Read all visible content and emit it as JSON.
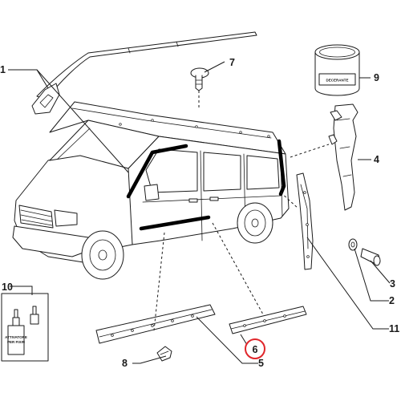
{
  "callouts": [
    {
      "id": "1",
      "label": "1"
    },
    {
      "id": "2",
      "label": "2"
    },
    {
      "id": "3",
      "label": "3"
    },
    {
      "id": "4",
      "label": "4"
    },
    {
      "id": "5",
      "label": "5"
    },
    {
      "id": "6",
      "label": "6"
    },
    {
      "id": "7",
      "label": "7"
    },
    {
      "id": "8",
      "label": "8"
    },
    {
      "id": "9",
      "label": "9"
    },
    {
      "id": "10",
      "label": "10"
    },
    {
      "id": "11",
      "label": "11"
    }
  ],
  "highlighted_callout": "6",
  "highlight_color": "#e0262b",
  "jar_label": "DECERANTE",
  "bottle_label": [
    "ATTIVATORE",
    "PER FIXIN"
  ]
}
